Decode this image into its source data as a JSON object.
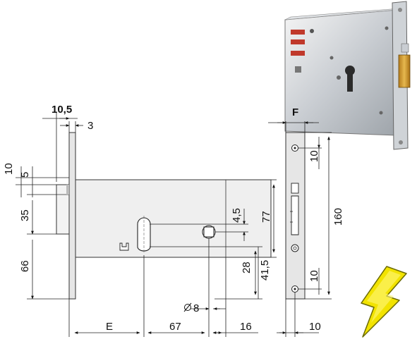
{
  "dimensions": {
    "top_width": "10,5",
    "faceplate_thickness": "3",
    "bolt_offset_top": "10",
    "bolt_height": "5",
    "bolt_span": "35",
    "lower_height": "66",
    "backset": "E",
    "cylinder_distance": "67",
    "right_margin": "16",
    "square_spindle": "8",
    "cylinder_offset": "4,5",
    "case_height": "77",
    "spindle_height": "28",
    "cylinder_bottom": "41,5",
    "faceplate_width": "F",
    "screw_top": "10",
    "faceplate_length": "160",
    "screw_bottom": "10",
    "faceplate_side": "10"
  },
  "colors": {
    "case_fill": "#efefef",
    "faceplate_fill": "#d9d9d9",
    "lightning": "#f2e300",
    "lightning_stroke": "#6a6a00",
    "brass": "#d9a63a"
  },
  "icons": {
    "lightning": "lightning-bolt-icon",
    "lock_photo": "mortise-lock-photo"
  }
}
